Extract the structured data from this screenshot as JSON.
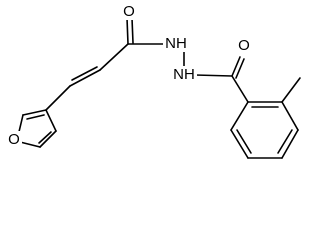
{
  "molecule": {
    "atoms": {
      "furan_oxygen": "O",
      "acyl_oxygen_1": "O",
      "hydrazide_nh_1": "NH",
      "hydrazide_nh_2": "NH",
      "acyl_oxygen_2": "O"
    }
  }
}
